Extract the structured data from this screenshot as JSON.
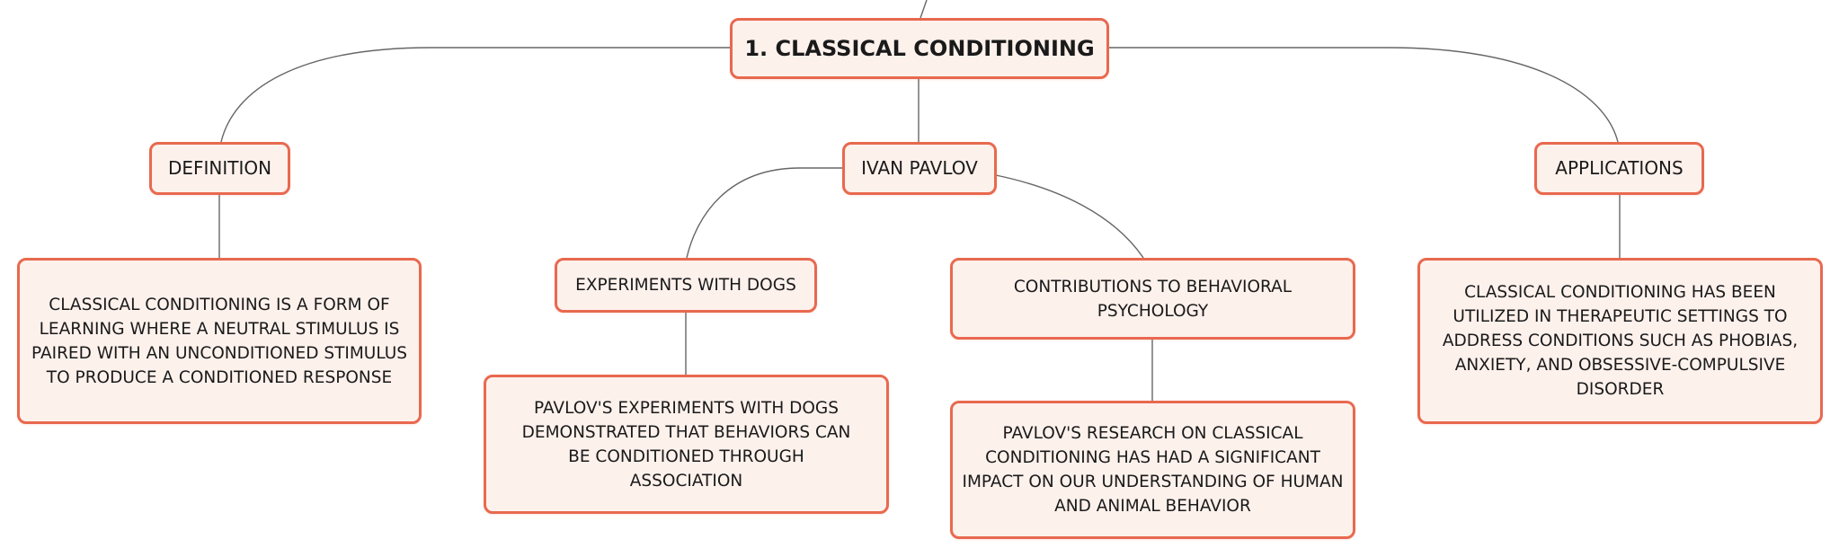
{
  "diagram": {
    "root": "1. CLASSICAL CONDITIONING",
    "definition": {
      "label": "DEFINITION",
      "text": "CLASSICAL CONDITIONING IS A FORM OF LEARNING WHERE A NEUTRAL STIMULUS IS PAIRED WITH AN UNCONDITIONED STIMULUS TO PRODUCE A CONDITIONED RESPONSE"
    },
    "pavlov": {
      "label": "IVAN PAVLOV",
      "experiments": {
        "label": "EXPERIMENTS WITH DOGS",
        "text": "PAVLOV'S EXPERIMENTS WITH DOGS DEMONSTRATED THAT BEHAVIORS CAN BE CONDITIONED THROUGH ASSOCIATION"
      },
      "contributions": {
        "label": "CONTRIBUTIONS TO BEHAVIORAL PSYCHOLOGY",
        "text": "PAVLOV'S RESEARCH ON CLASSICAL CONDITIONING HAS HAD A SIGNIFICANT IMPACT ON OUR UNDERSTANDING OF HUMAN AND ANIMAL BEHAVIOR"
      }
    },
    "applications": {
      "label": "APPLICATIONS",
      "text": "CLASSICAL CONDITIONING HAS BEEN UTILIZED IN THERAPEUTIC SETTINGS TO ADDRESS CONDITIONS SUCH AS PHOBIAS, ANXIETY, AND OBSESSIVE-COMPULSIVE DISORDER"
    },
    "colors": {
      "node_border": "#e8694f",
      "node_fill": "#fdf1ec",
      "connector": "#555555"
    }
  }
}
